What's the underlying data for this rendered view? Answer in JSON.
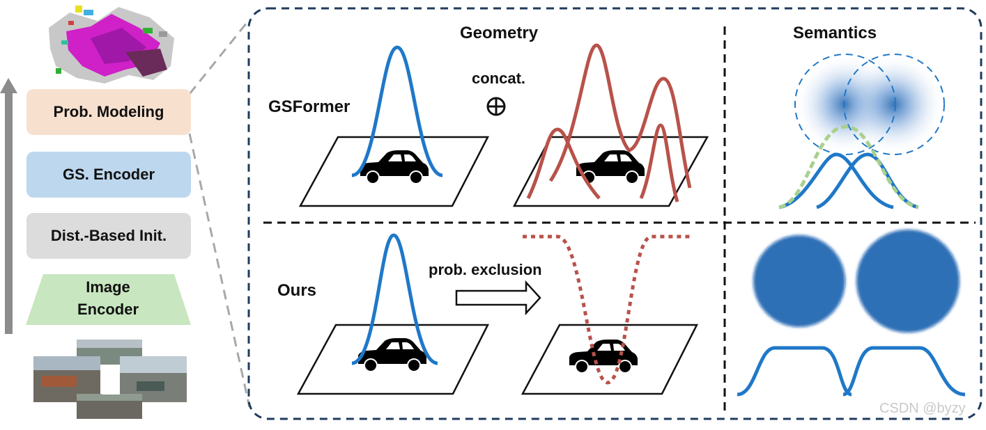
{
  "pipeline": {
    "stages": [
      "Prob. Modeling",
      "GS. Encoder",
      "Dist.-Based Init."
    ],
    "encoder_line1": "Image",
    "encoder_line2": "Encoder"
  },
  "panel": {
    "geometry_title": "Geometry",
    "semantics_title": "Semantics",
    "gsformer_label": "GSFormer",
    "ours_label": "Ours",
    "concat_label": "concat.",
    "concat_symbol": "⊕",
    "exclusion_label": "prob. exclusion"
  },
  "watermark": "CSDN @byzy",
  "colors": {
    "prob_modeling": "#f8e0cf",
    "gs_encoder": "#bdd7ee",
    "dist_init": "#dcdcdc",
    "image_encoder": "#c8e6c0",
    "gaussian_blue": "#1f78c8",
    "geometry_red": "#b8524a",
    "frame_navy": "#1f3b5c",
    "semantic_fill": "#2e6fb5",
    "semantic_green": "#a8d08d"
  }
}
